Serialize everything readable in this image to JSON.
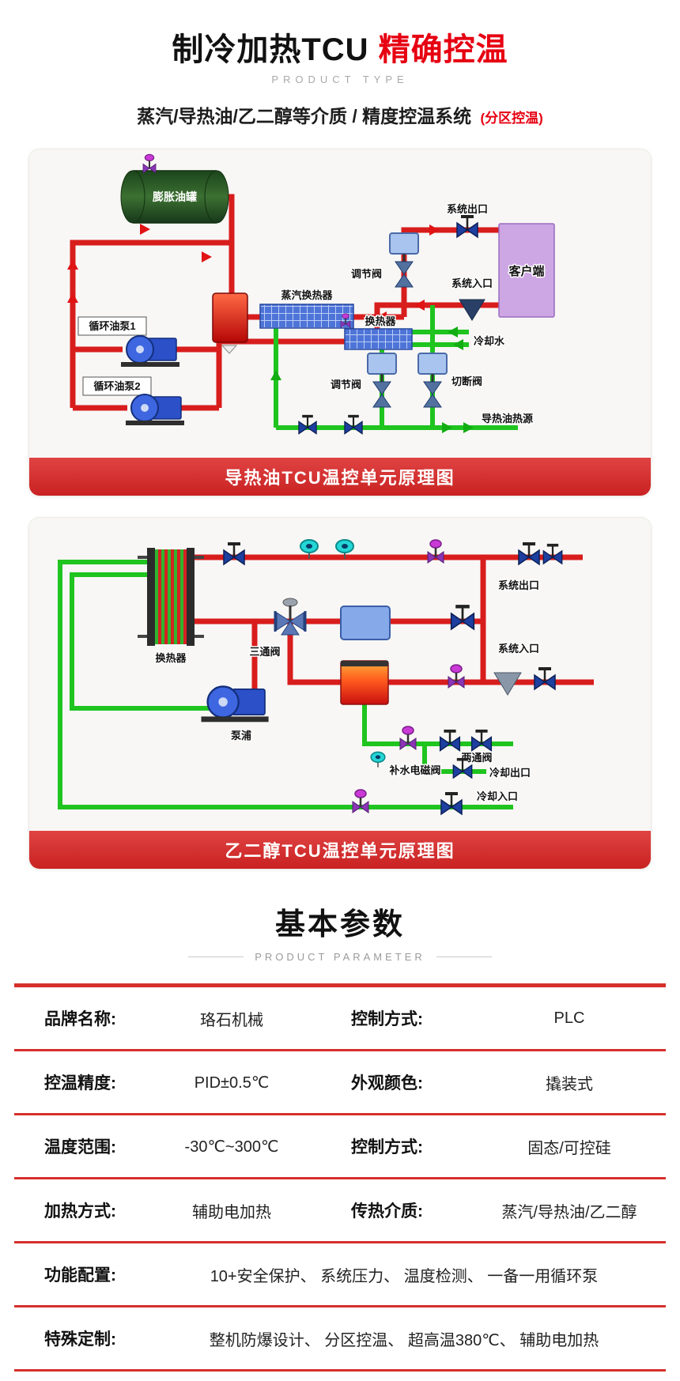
{
  "header": {
    "title_black": "制冷加热TCU",
    "title_red": "精确控温",
    "product_type": "PRODUCT TYPE",
    "tagline": "蒸汽/导热油/乙二醇等介质 / 精度控温系统",
    "tagline_note": "(分区控温)"
  },
  "diagram1": {
    "caption": "导热油TCU温控单元原理图",
    "labels": {
      "expansion_tank": "膨胀油罐",
      "system_outlet": "系统出口",
      "regulating_valve_top": "调节阀",
      "client": "客户端",
      "steam_exchanger": "蒸汽换热器",
      "system_inlet": "系统入口",
      "exchanger": "换热器",
      "cooling_water": "冷却水",
      "pump1": "循环油泵1",
      "pump2": "循环油泵2",
      "regulating_valve_bottom": "调节阀",
      "shutoff_valve": "切断阀",
      "heat_source": "导热油热源"
    }
  },
  "diagram2": {
    "caption": "乙二醇TCU温控单元原理图",
    "labels": {
      "exchanger": "换热器",
      "three_way_valve": "三通阀",
      "pump": "泵浦",
      "system_outlet": "系统出口",
      "system_inlet": "系统入口",
      "two_way_valve": "两通阀",
      "makeup_solenoid_valve": "补水电磁阀",
      "cooling_outlet": "冷却出口",
      "cooling_inlet": "冷却入口"
    }
  },
  "parameters": {
    "title": "基本参数",
    "subtitle": "PRODUCT PARAMETER",
    "rows": [
      {
        "label": "品牌名称:",
        "value": "珞石机械",
        "label2": "控制方式:",
        "value2": "PLC"
      },
      {
        "label": "控温精度:",
        "value": "PID±0.5℃",
        "label2": "外观颜色:",
        "value2": "撬装式"
      },
      {
        "label": "温度范围:",
        "value": "-30℃~300℃",
        "label2": "控制方式:",
        "value2": "固态/可控硅"
      },
      {
        "label": "加热方式:",
        "value": "辅助电加热",
        "label2": "传热介质:",
        "value2": "蒸汽/导热油/乙二醇"
      },
      {
        "label": "功能配置:",
        "value": "10+安全保护、 系统压力、 温度检测、 一备一用循环泵"
      },
      {
        "label": "特殊定制:",
        "value": "整机防爆设计、 分区控温、 超高温380℃、 辅助电加热"
      }
    ]
  },
  "colors": {
    "accent_red": "#e60012",
    "table_line_red": "#d6302c",
    "pipe_red": "#d81d1d",
    "pipe_green": "#1fc41f"
  }
}
